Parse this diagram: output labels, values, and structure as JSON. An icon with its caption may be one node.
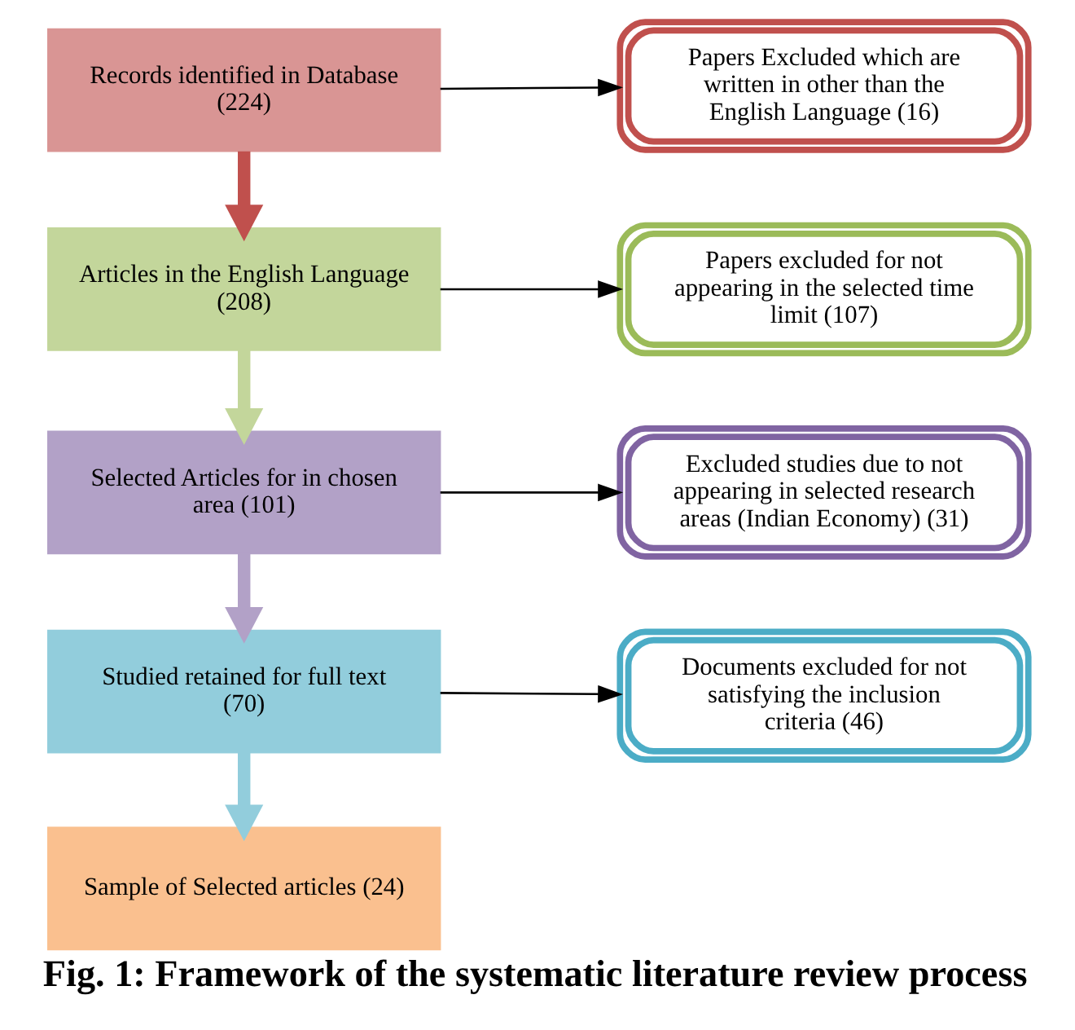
{
  "diagram": {
    "caption": "Fig. 1: Framework of the systematic literature review process",
    "nodes": [
      {
        "text": [
          "Records identified in Database (224)"
        ]
      },
      {
        "text": [
          "Articles in the English Language (208)"
        ]
      },
      {
        "text": [
          "Selected Articles for in chosen area (101)"
        ]
      },
      {
        "text": [
          "Studied retained for full text (70)"
        ]
      },
      {
        "text": [
          "Sample of Selected articles (24)"
        ]
      },
      {
        "text": [
          "Papers Excluded which are written in other than the English Language (16)"
        ]
      },
      {
        "text": [
          "Papers excluded for not appearing in the selected time limit (107)"
        ]
      },
      {
        "text": [
          "Excluded studies due to not appearing in selected research areas (Indian Economy) (31)"
        ]
      },
      {
        "text": [
          "Documents excluded for not satisfying the inclusion criteria (46)"
        ]
      }
    ],
    "edges": [
      {
        "from": 0,
        "to": 1,
        "arrow": "to",
        "style": "thick",
        "color": "#c0504d"
      },
      {
        "from": 0,
        "to": 5,
        "arrow": "to"
      },
      {
        "from": 1,
        "to": 2,
        "arrow": "to",
        "style": "thick",
        "color": "#c3d69b"
      },
      {
        "from": 1,
        "to": 6,
        "arrow": "to"
      },
      {
        "from": 2,
        "to": 3,
        "arrow": "to",
        "style": "thick",
        "color": "#b2a1c7"
      },
      {
        "from": 2,
        "to": 7,
        "arrow": "to"
      },
      {
        "from": 3,
        "to": 4,
        "arrow": "to",
        "style": "thick",
        "color": "#92cddc"
      },
      {
        "from": 3,
        "to": 8,
        "arrow": "to"
      }
    ]
  }
}
